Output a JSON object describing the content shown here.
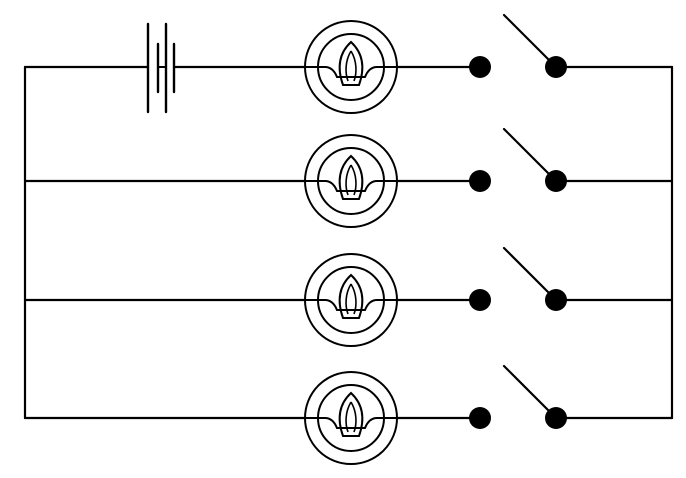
{
  "diagram": {
    "description_type": "circuit",
    "stroke_color": "#000000",
    "background_color": "#ffffff",
    "battery": {
      "name": "battery",
      "cells": 2
    },
    "branches": [
      {
        "name": "branch-1",
        "lamp": "lamp-1",
        "switch": "switch-1",
        "switch_state": "open"
      },
      {
        "name": "branch-2",
        "lamp": "lamp-2",
        "switch": "switch-2",
        "switch_state": "open"
      },
      {
        "name": "branch-3",
        "lamp": "lamp-3",
        "switch": "switch-3",
        "switch_state": "open"
      },
      {
        "name": "branch-4",
        "lamp": "lamp-4",
        "switch": "switch-4",
        "switch_state": "open"
      }
    ]
  }
}
